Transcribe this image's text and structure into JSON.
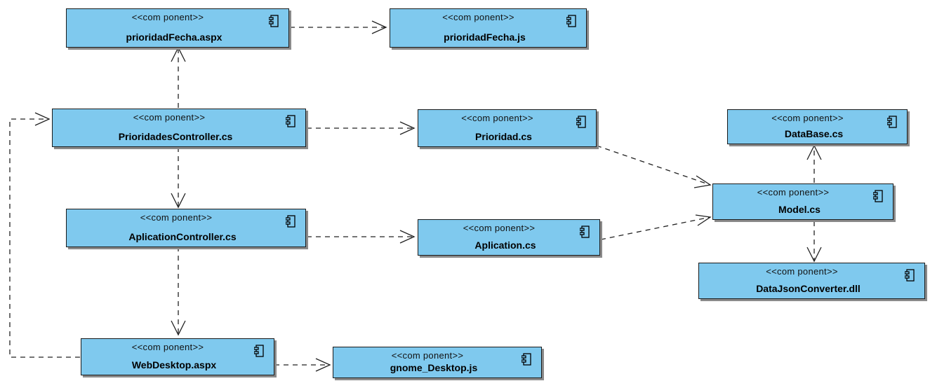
{
  "stereotype": "<<com ponent>>",
  "components": {
    "prioridadFecha_aspx": {
      "stereotype": "<<com ponent>>",
      "name": "prioridadFecha.aspx"
    },
    "prioridadFecha_js": {
      "stereotype": "<<com ponent>>",
      "name": "prioridadFecha.js"
    },
    "prioridadesController": {
      "stereotype": "<<com ponent>>",
      "name": "PrioridadesController.cs"
    },
    "prioridad_cs": {
      "stereotype": "<<com ponent>>",
      "name": "Prioridad.cs"
    },
    "database_cs": {
      "stereotype": "<<com ponent>>",
      "name": "DataBase.cs"
    },
    "model_cs": {
      "stereotype": "<<com ponent>>",
      "name": "Model.cs"
    },
    "aplicationController": {
      "stereotype": "<<com ponent>>",
      "name": "AplicationController.cs"
    },
    "aplication_cs": {
      "stereotype": "<<com ponent>>",
      "name": "Aplication.cs"
    },
    "dataJsonConverter": {
      "stereotype": "<<com ponent>>",
      "name": "DataJsonConverter.dll"
    },
    "webDesktop": {
      "stereotype": "<<com ponent>>",
      "name": "WebDesktop.aspx"
    },
    "gnome_desktop": {
      "stereotype": "<<com ponent>>",
      "name": "gnome_Desktop.js"
    }
  },
  "dependencies": [
    {
      "from": "prioridadFecha.aspx",
      "to": "prioridadFecha.js"
    },
    {
      "from": "PrioridadesController.cs",
      "to": "prioridadFecha.aspx"
    },
    {
      "from": "PrioridadesController.cs",
      "to": "Prioridad.cs"
    },
    {
      "from": "PrioridadesController.cs",
      "to": "AplicationController.cs"
    },
    {
      "from": "Prioridad.cs",
      "to": "Model.cs"
    },
    {
      "from": "AplicationController.cs",
      "to": "Aplication.cs"
    },
    {
      "from": "AplicationController.cs",
      "to": "WebDesktop.aspx"
    },
    {
      "from": "Aplication.cs",
      "to": "Model.cs"
    },
    {
      "from": "Model.cs",
      "to": "DataBase.cs"
    },
    {
      "from": "Model.cs",
      "to": "DataJsonConverter.dll"
    },
    {
      "from": "WebDesktop.aspx",
      "to": "gnome_Desktop.js"
    },
    {
      "from": "WebDesktop.aspx",
      "to": "PrioridadesController.cs"
    }
  ]
}
